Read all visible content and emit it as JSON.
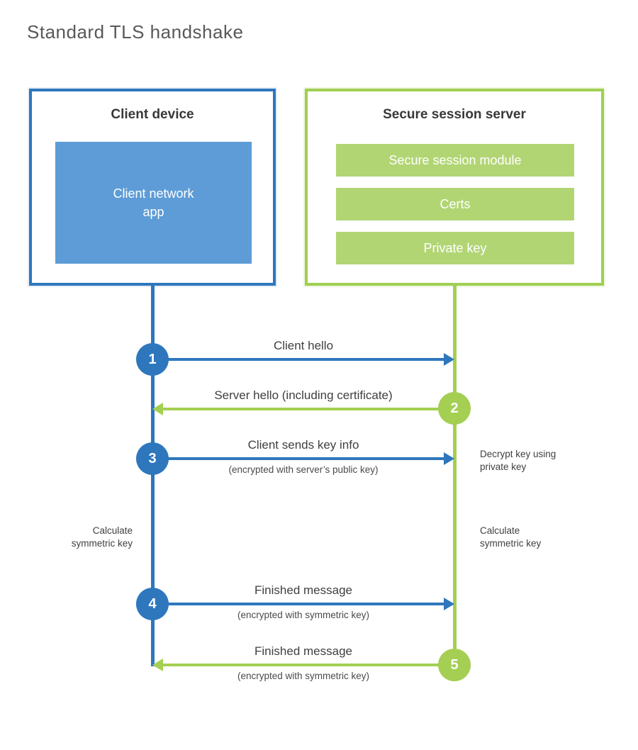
{
  "title": "Standard TLS handshake",
  "colors": {
    "blue": "#2e77bd",
    "blue_light": "#5d9cd6",
    "green": "#a4cf52",
    "green_light": "#b2d574",
    "text_dark": "#383838",
    "text": "#404040"
  },
  "client": {
    "title": "Client device",
    "module": "Client network\napp"
  },
  "server": {
    "title": "Secure session server",
    "modules": [
      "Secure session module",
      "Certs",
      "Private key"
    ]
  },
  "steps": [
    {
      "num": "1",
      "color": "blue",
      "direction": "right",
      "label": "Client hello",
      "sub": ""
    },
    {
      "num": "2",
      "color": "green",
      "direction": "left",
      "label": "Server hello (including certificate)",
      "sub": ""
    },
    {
      "num": "3",
      "color": "blue",
      "direction": "right",
      "label": "Client sends key info",
      "sub": "(encrypted with server’s public key)"
    },
    {
      "num": "4",
      "color": "blue",
      "direction": "right",
      "label": "Finished message",
      "sub": "(encrypted with symmetric key)"
    },
    {
      "num": "5",
      "color": "green",
      "direction": "left",
      "label": "Finished message",
      "sub": "(encrypted with symmetric key)"
    }
  ],
  "notes": {
    "decrypt": "Decrypt key using\nprivate key",
    "calc_left": "Calculate\nsymmetric key",
    "calc_right": "Calculate\nsymmetric key"
  }
}
